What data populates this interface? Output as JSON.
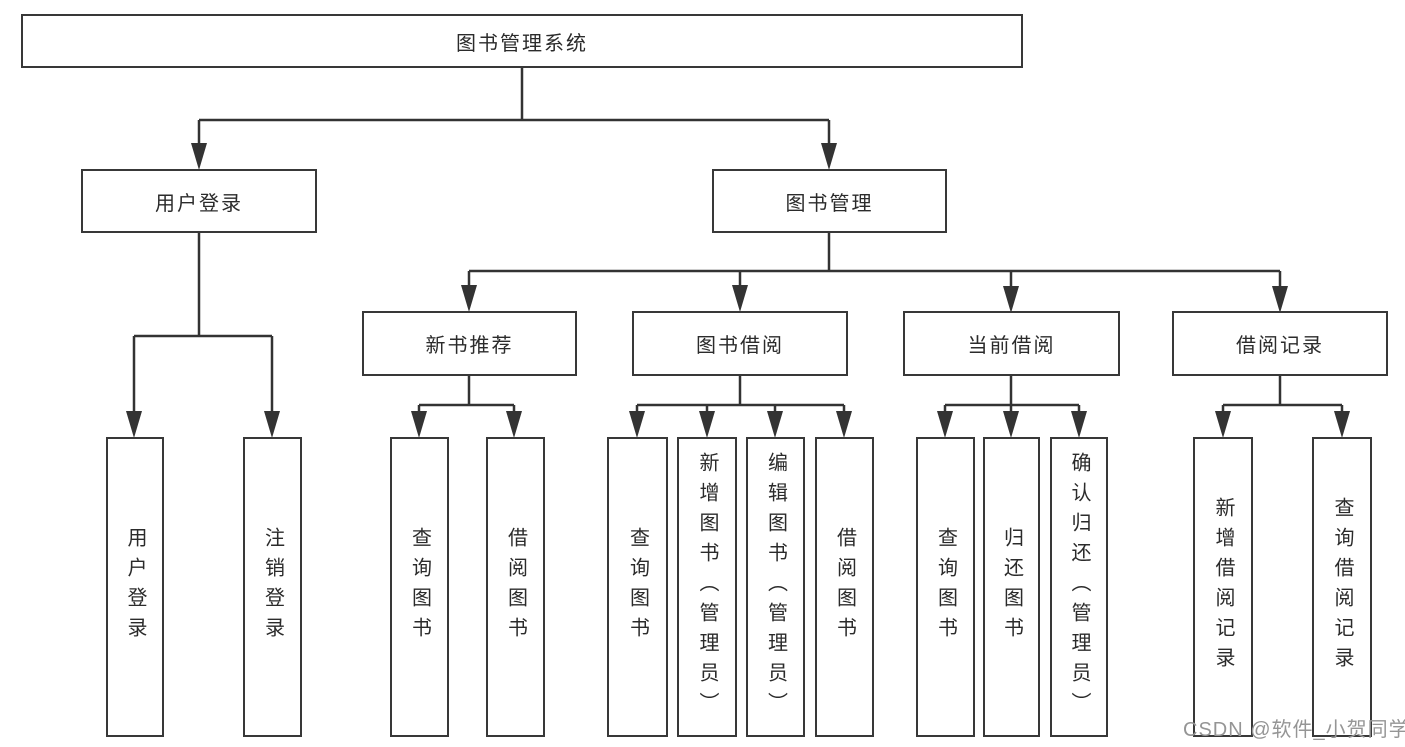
{
  "diagram": {
    "root": "图书管理系统",
    "level1": {
      "user_login": "用户登录",
      "book_management": "图书管理"
    },
    "level2": {
      "new_book_recommendation": "新书推荐",
      "book_borrowing": "图书借阅",
      "current_borrowing": "当前借阅",
      "borrowing_records": "借阅记录"
    },
    "leaves": {
      "user_login": "用户登录",
      "logout": "注销登录",
      "query_books_rec": "查询图书",
      "borrow_books_rec": "借阅图书",
      "query_books_borrow": "查询图书",
      "add_books_admin": "新增图书（管理员）",
      "edit_books_admin": "编辑图书（管理员）",
      "borrow_books_borrow": "借阅图书",
      "query_books_current": "查询图书",
      "return_books": "归还图书",
      "confirm_return_admin": "确认归还（管理员）",
      "add_borrow_record": "新增借阅记录",
      "query_borrow_record": "查询借阅记录"
    }
  },
  "watermark": "CSDN @软件_小贺同学",
  "colors": {
    "line": "#333333",
    "text": "#2b2b2b",
    "watermark": "#959595",
    "background": "#ffffff"
  }
}
